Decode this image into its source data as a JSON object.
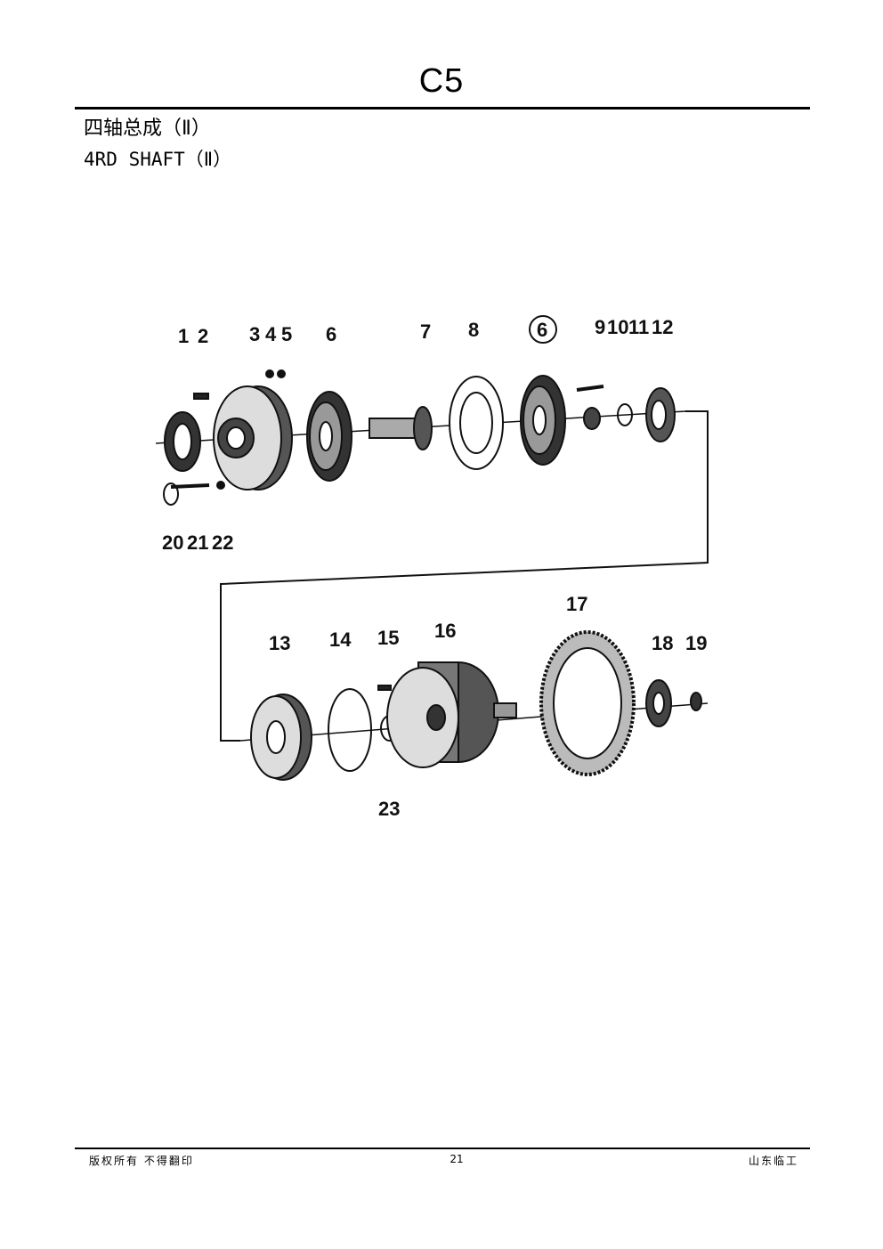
{
  "header": {
    "page_code": "C5",
    "title_cn": "四轴总成（Ⅱ）",
    "title_en": "4RD SHAFT（Ⅱ）"
  },
  "figure": {
    "callouts_top": [
      "1",
      "2",
      "3",
      "4",
      "5",
      "6",
      "7",
      "8",
      "6",
      "9",
      "10",
      "11",
      "12"
    ],
    "callouts_left": [
      "20",
      "21",
      "22"
    ],
    "callouts_bottom": [
      "13",
      "14",
      "15",
      "16",
      "17",
      "18",
      "19",
      "23"
    ]
  },
  "footer": {
    "left": "版权所有 不得翻印",
    "page_number": "21",
    "right": "山东临工"
  }
}
